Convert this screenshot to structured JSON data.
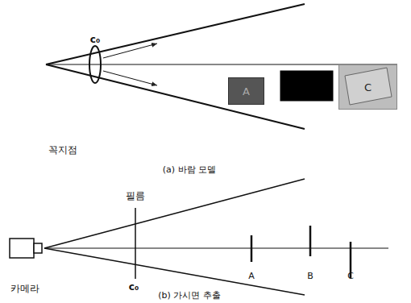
{
  "diagram": {
    "nodes": [
      {
        "text": [
          "A"
        ]
      },
      {
        "text": [
          "C"
        ]
      }
    ],
    "labels": [
      "c₀",
      "꼭지점",
      "(a) 바람 모델",
      "필름",
      "c₀",
      "A",
      "B",
      "C",
      "카메라",
      "(b) 가시면 추출"
    ]
  }
}
